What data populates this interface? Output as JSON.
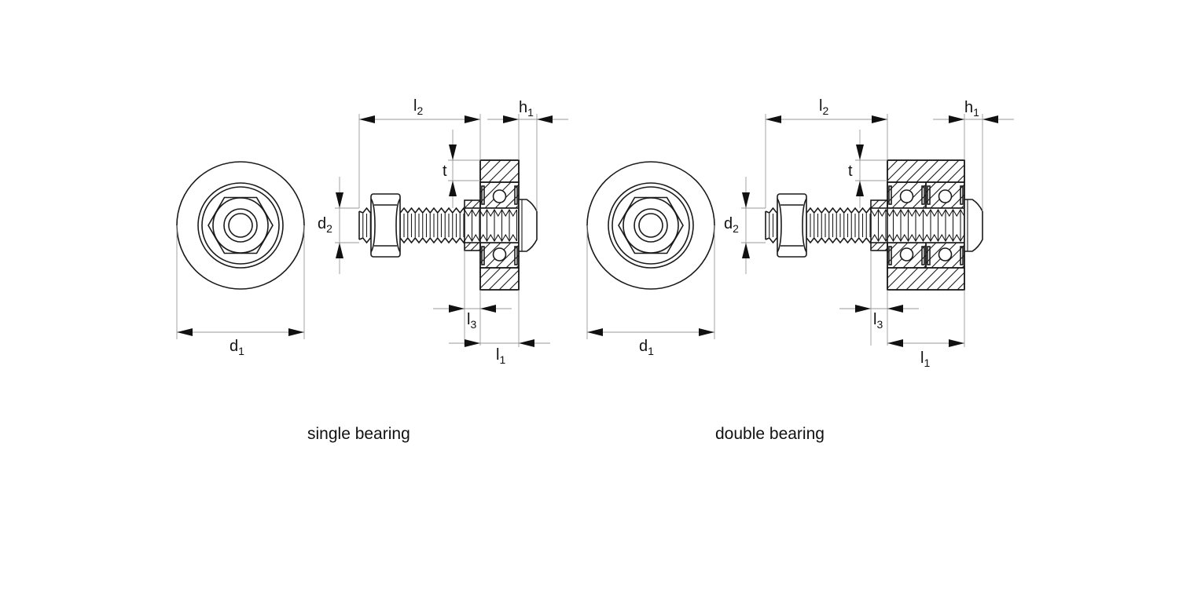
{
  "views": [
    {
      "id": "single",
      "caption": "single bearing",
      "bearing_count": 1,
      "labels": {
        "d1": {
          "base": "d",
          "sub": "1"
        },
        "d2": {
          "base": "d",
          "sub": "2"
        },
        "l1": {
          "base": "l",
          "sub": "1"
        },
        "l2": {
          "base": "l",
          "sub": "2"
        },
        "l3": {
          "base": "l",
          "sub": "3"
        },
        "h1": {
          "base": "h",
          "sub": "1"
        },
        "t": {
          "base": "t",
          "sub": ""
        }
      }
    },
    {
      "id": "double",
      "caption": "double bearing",
      "bearing_count": 2,
      "labels": {
        "d1": {
          "base": "d",
          "sub": "1"
        },
        "d2": {
          "base": "d",
          "sub": "2"
        },
        "l1": {
          "base": "l",
          "sub": "1"
        },
        "l2": {
          "base": "l",
          "sub": "2"
        },
        "l3": {
          "base": "l",
          "sub": "3"
        },
        "h1": {
          "base": "h",
          "sub": "1"
        },
        "t": {
          "base": "t",
          "sub": ""
        }
      }
    }
  ],
  "colors": {
    "line": "#1a1a1a",
    "dimension_line": "#9a9a9a",
    "background": "#ffffff"
  }
}
